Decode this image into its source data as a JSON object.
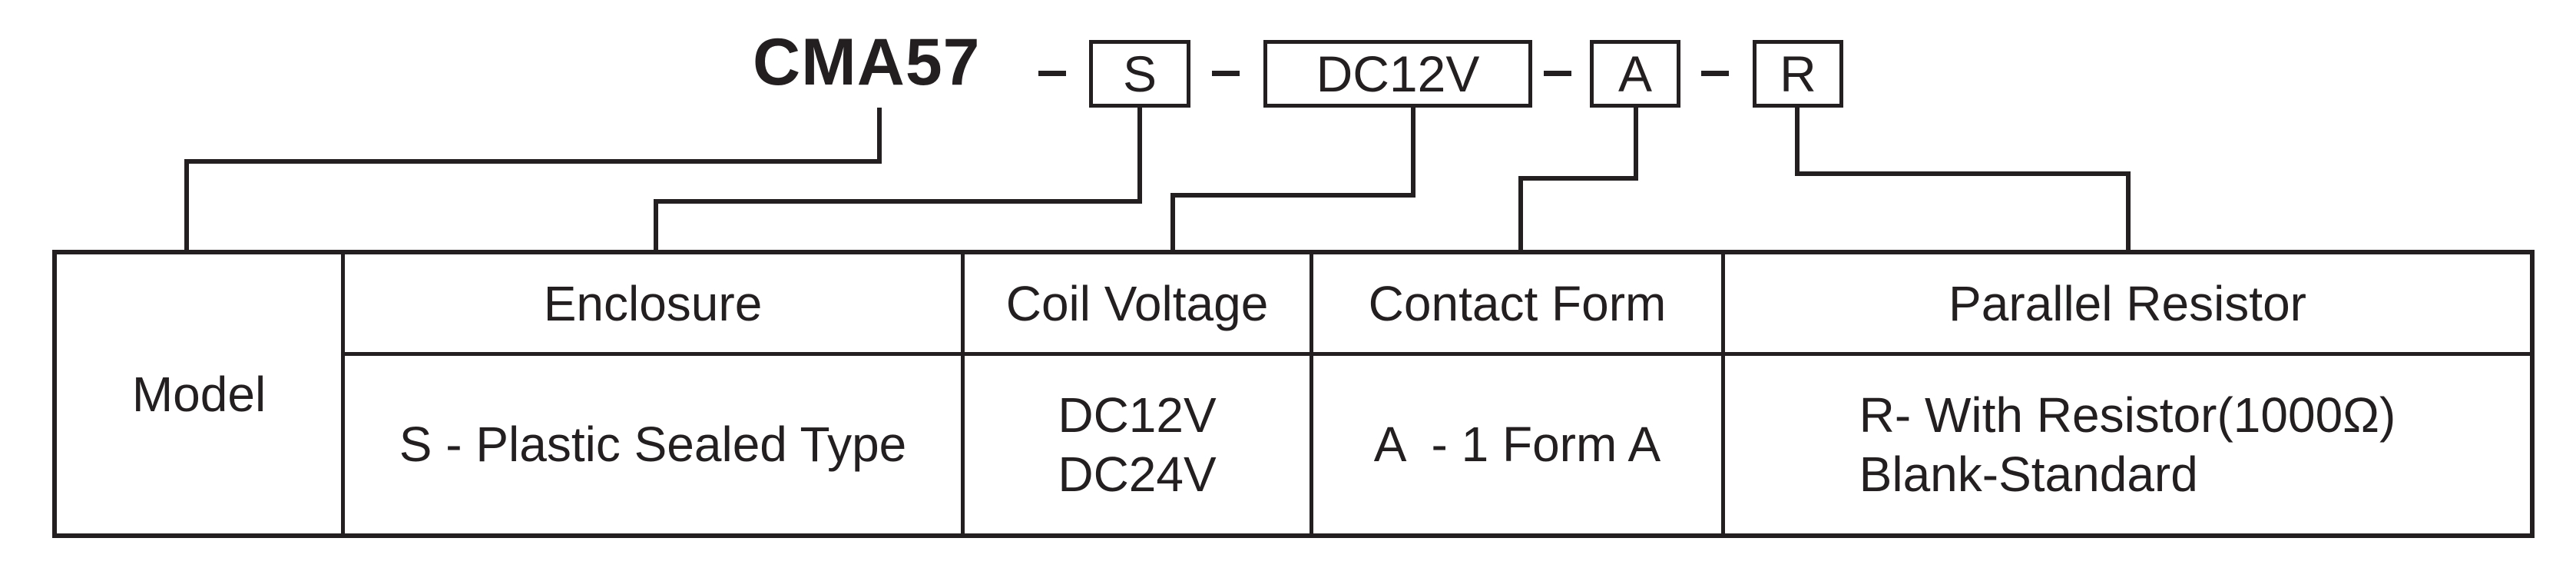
{
  "code": {
    "model": "CMA57",
    "enclosure": "S",
    "coil_voltage": "DC12V",
    "contact_form": "A",
    "resistor": "R"
  },
  "table": {
    "model_label": "Model",
    "enclosure": {
      "header": "Enclosure",
      "options": [
        "S - Plastic Sealed Type"
      ]
    },
    "coil_voltage": {
      "header": "Coil Voltage",
      "options": [
        "DC12V",
        "DC24V"
      ]
    },
    "contact_form": {
      "header": "Contact Form",
      "options": [
        "A  - 1 Form A"
      ]
    },
    "parallel_resistor": {
      "header": "Parallel Resistor",
      "options": [
        "R- With Resistor(1000Ω)",
        "Blank-Standard"
      ]
    }
  },
  "colors": {
    "ink": "#231f20",
    "background": "#ffffff"
  }
}
